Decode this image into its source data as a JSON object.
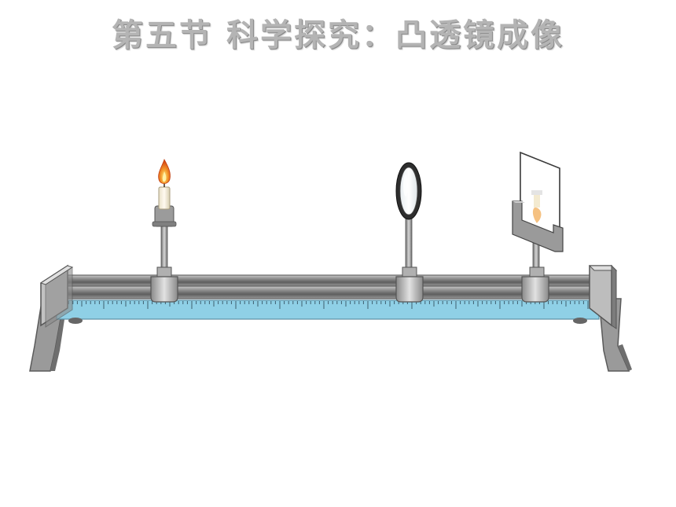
{
  "slide": {
    "title": "第五节  科学探究：凸透镜成像"
  },
  "apparatus": {
    "components": [
      "candle",
      "convex-lens",
      "screen",
      "optical-bench",
      "scale-ruler"
    ],
    "colors": {
      "ruler": "#8fd0e6",
      "rail": "#7a7a7a",
      "flame": "#e8651f",
      "metal": "#9a9a9a"
    }
  }
}
